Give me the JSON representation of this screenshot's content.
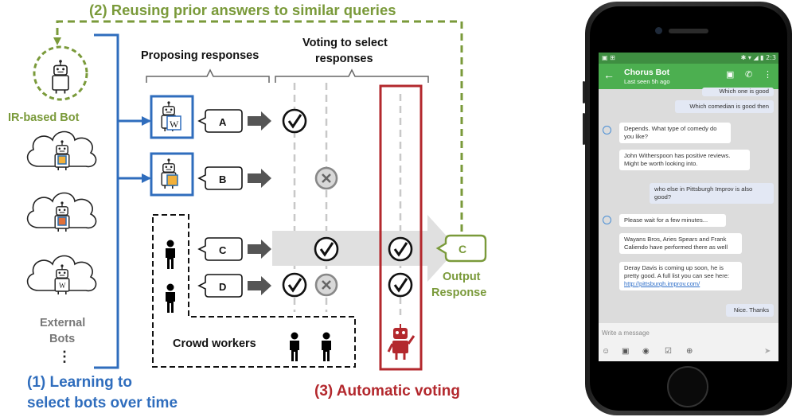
{
  "diagram": {
    "reuse_label": "(2) Reusing prior answers to similar queries",
    "proposing_label": "Proposing responses",
    "voting_label_line1": "Voting to select",
    "voting_label_line2": "responses",
    "ir_bot_label": "IR-based Bot",
    "external_bots_line1": "External",
    "external_bots_line2": "Bots",
    "ellipsis": "⋮",
    "learning_line1": "(1) Learning to",
    "learning_line2": "select bots over time",
    "automatic_voting": "(3) Automatic voting",
    "crowd_workers": "Crowd workers",
    "responses": [
      "A",
      "B",
      "C",
      "D"
    ],
    "output_value": "C",
    "output_line1": "Output",
    "output_line2": "Response",
    "colors": {
      "green": "#7a9a3a",
      "blue": "#2f6dbd",
      "red": "#b3282d",
      "gray_arrow": "#555555"
    }
  },
  "phone": {
    "status_left": "▣ ⊞",
    "status_right": "✱ ▾ ◢ ▮ 2:3",
    "app_title": "Chorus Bot",
    "app_subtitle": "Last seen 5h ago",
    "messages": {
      "m0": "Which one is good",
      "m1": "Which comedian is good then",
      "m2": "Depends. What type of comedy do you like?",
      "m3": "John Witherspoon has positive reviews. Might be worth looking into.",
      "m4": "who else in Pittsburgh Improv is also good?",
      "m5": "Please wait for a few minutes...",
      "m6": "Wayans Bros, Aries Spears and Frank Caliendo have performed there as well",
      "m7": "Deray Davis is coming up soon, he is pretty good. A full list you can see here: ",
      "m7_link": "http://pittsburgh.improv.com/",
      "m8": "Nice. Thanks"
    },
    "input_placeholder": "Write a message"
  }
}
